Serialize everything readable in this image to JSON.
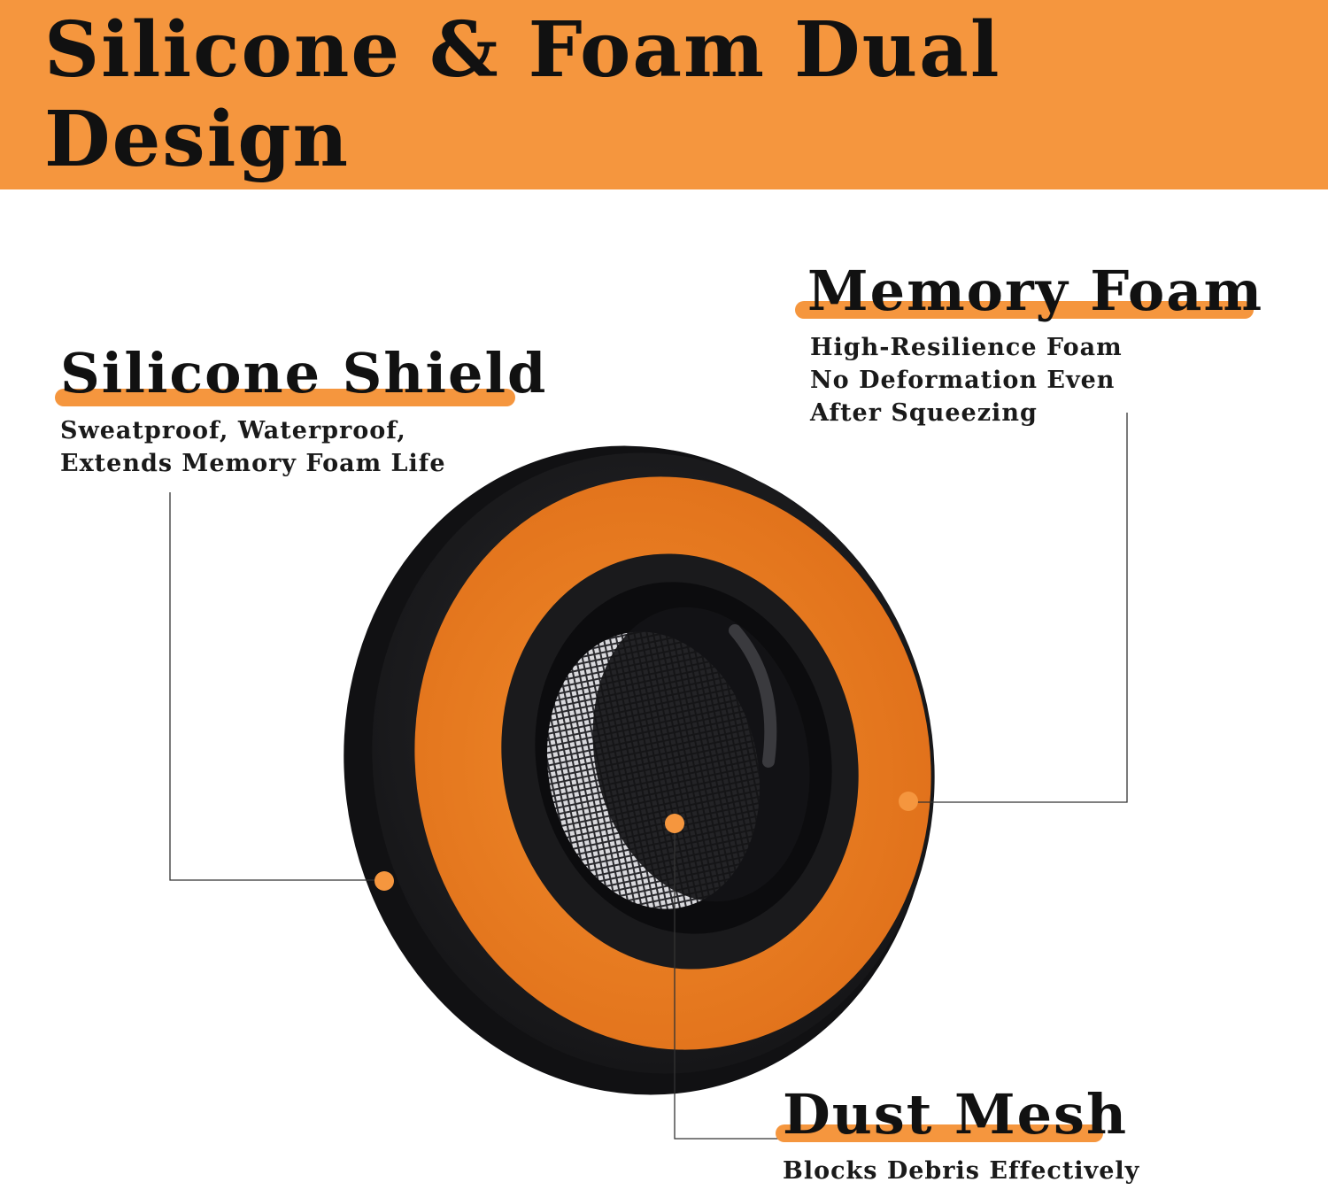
{
  "banner": {
    "title": "Silicone & Foam Dual Design",
    "background": "#F5963E"
  },
  "callouts": {
    "silicone_shield": {
      "title": "Silicone Shield",
      "lines": [
        "Sweatproof, Waterproof,",
        "Extends Memory Foam Life"
      ]
    },
    "memory_foam": {
      "title": "Memory Foam",
      "lines": [
        "High-Resilience Foam",
        "No Deformation Even",
        "After Squeezing"
      ]
    },
    "dust_mesh": {
      "title": "Dust Mesh",
      "lines": [
        "Blocks Debris Effectively"
      ]
    }
  },
  "colors": {
    "accent": "#F5963E",
    "foam": "#E8791F",
    "silicone": "#1c1c1e",
    "text": "#111111"
  }
}
